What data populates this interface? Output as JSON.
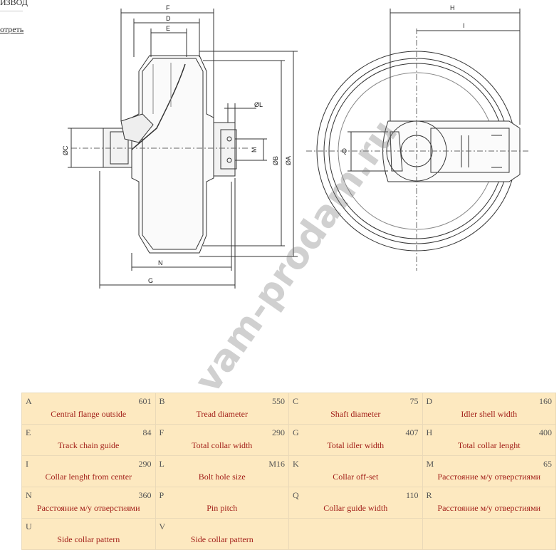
{
  "nav": {
    "item1": "ИЗВОД",
    "item2": "отреть"
  },
  "diagram": {
    "labels": {
      "F": "F",
      "D": "D",
      "E": "E",
      "L": "ØL",
      "M": "M",
      "B": "ØB",
      "A": "ØA",
      "C": "ØC",
      "N": "N",
      "G": "G",
      "H": "H",
      "I": "I",
      "Q": "Q"
    },
    "watermark": "vam-prodam.ru"
  },
  "specs": [
    [
      {
        "code": "A",
        "value": "601",
        "desc": "Central flange outside"
      },
      {
        "code": "B",
        "value": "550",
        "desc": "Tread diameter"
      },
      {
        "code": "C",
        "value": "75",
        "desc": "Shaft diameter"
      },
      {
        "code": "D",
        "value": "160",
        "desc": "Idler shell width"
      }
    ],
    [
      {
        "code": "E",
        "value": "84",
        "desc": "Track chain guide"
      },
      {
        "code": "F",
        "value": "290",
        "desc": "Total collar width"
      },
      {
        "code": "G",
        "value": "407",
        "desc": "Total idler width"
      },
      {
        "code": "H",
        "value": "400",
        "desc": "Total collar lenght"
      }
    ],
    [
      {
        "code": "I",
        "value": "290",
        "desc": "Collar lenght from center"
      },
      {
        "code": "L",
        "value": "M16",
        "desc": "Bolt hole size"
      },
      {
        "code": "K",
        "value": "",
        "desc": "Collar off-set"
      },
      {
        "code": "M",
        "value": "65",
        "desc": "Расстояние м/у отверстиями"
      }
    ],
    [
      {
        "code": "N",
        "value": "360",
        "desc": "Расстояние м/у отверстиями"
      },
      {
        "code": "P",
        "value": "",
        "desc": "Pin pitch"
      },
      {
        "code": "Q",
        "value": "110",
        "desc": "Collar guide width"
      },
      {
        "code": "R",
        "value": "",
        "desc": "Расстояние м/у отверстиями"
      }
    ],
    [
      {
        "code": "U",
        "value": "",
        "desc": "Side collar pattern"
      },
      {
        "code": "V",
        "value": "",
        "desc": "Side collar pattern"
      },
      {
        "code": "",
        "value": "",
        "desc": ""
      },
      {
        "code": "",
        "value": "",
        "desc": ""
      }
    ]
  ]
}
